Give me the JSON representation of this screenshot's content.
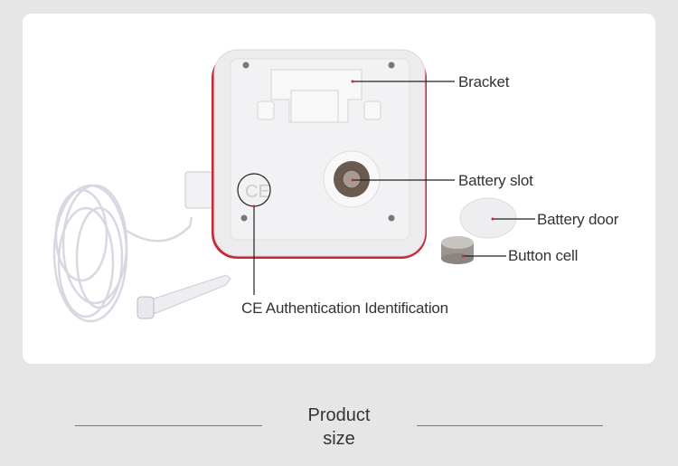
{
  "labels": {
    "bracket": "Bracket",
    "battery_slot": "Battery slot",
    "battery_door": "Battery door",
    "button_cell": "Button cell",
    "ce": "CE Authentication Identification"
  },
  "footer": {
    "title_line1": "Product",
    "title_line2": "size"
  },
  "colors": {
    "background": "#e6e6e6",
    "card": "#ffffff",
    "accent_red": "#c8283a"
  }
}
